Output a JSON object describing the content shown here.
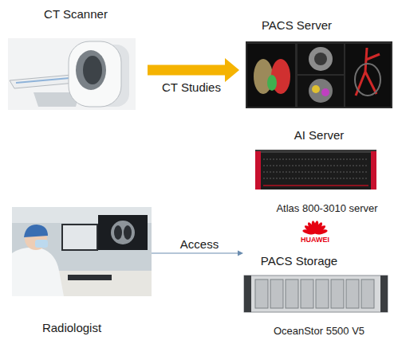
{
  "diagram": {
    "nodes": [
      {
        "text": [
          "CT Scanner"
        ]
      },
      {
        "text": [
          "PACS Server"
        ]
      },
      {
        "text": [
          "AI Server",
          "Atlas 800-3010 server"
        ]
      },
      {
        "text": [
          "PACS Storage",
          "OceanStor 5500 V5"
        ]
      },
      {
        "text": [
          "Radiologist"
        ]
      }
    ],
    "edges": [
      {
        "from": 0,
        "to": 1,
        "label": "CT Studies",
        "arrow": "to"
      },
      {
        "from": 4,
        "to": 3,
        "label": "Access",
        "arrow": "to"
      }
    ],
    "labels": [
      "HUAWEI"
    ]
  }
}
